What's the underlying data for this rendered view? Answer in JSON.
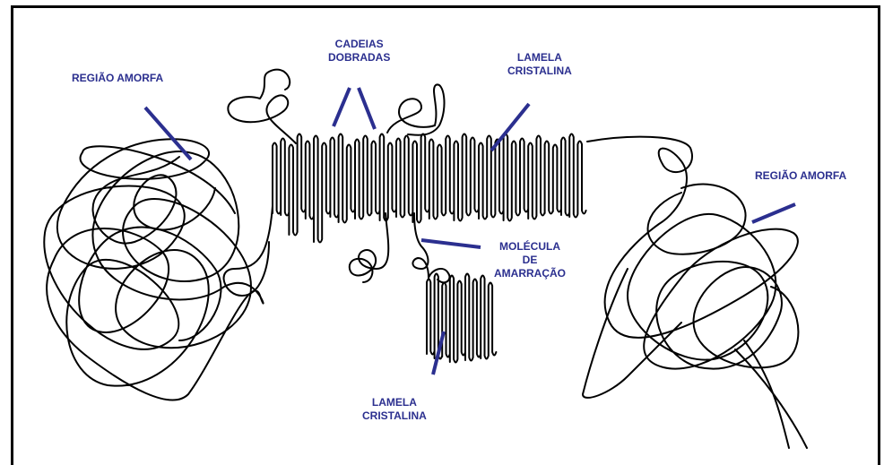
{
  "labels": {
    "amorphous_left": "REGIÃO AMORFA",
    "folded_chains_l1": "CADEIAS",
    "folded_chains_l2": "DOBRADAS",
    "lamella_top_l1": "LAMELA",
    "lamella_top_l2": "CRISTALINA",
    "amorphous_right": "REGIÃO AMORFA",
    "tie_molecule_l1": "MOLÉCULA",
    "tie_molecule_l2": "DE",
    "tie_molecule_l3": "AMARRAÇÃO",
    "lamella_bottom_l1": "LAMELA",
    "lamella_bottom_l2": "CRISTALINA"
  },
  "colors": {
    "label": "#2b2f8f",
    "pointer": "#2b2f8f",
    "chain": "#000000"
  }
}
